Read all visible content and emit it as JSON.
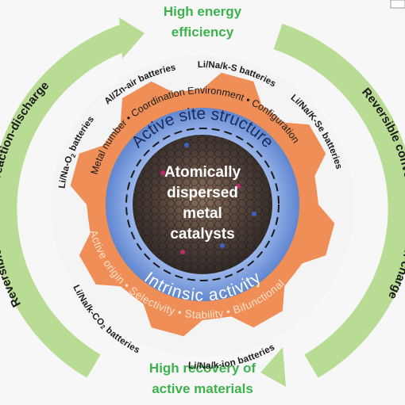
{
  "title_top_line1": "High energy",
  "title_top_line2": "efficiency",
  "title_bottom_line1": "High recovery of",
  "title_bottom_line2": "active materials",
  "arrow_left_label": "Reversible conversion reaction-discharge",
  "arrow_right_label": "Reversible conversion reaction-charge",
  "batteries": {
    "al_zn_air": "Al/Zn-air batteries",
    "li_na_k_s": "Li/Na/k-S batteries",
    "li_na_k_se": "Li/Na/K-Se batteries",
    "li_na_k_ion": "Li/Na/k-ion batteries",
    "li_na_k_co2": "Li/Na/k-CO",
    "li_na_k_co2_sub": "2",
    "li_na_k_co2_suffix": " batteries",
    "li_na_o2": "Li/Na-O",
    "li_na_o2_sub": "2",
    "li_na_o2_suffix": " batteries"
  },
  "gear_terms": {
    "coordination": "Coordination Environment",
    "metal_number": "Metal number",
    "configuration": "Configuration",
    "active_origin": "Active origin",
    "selectivity": "Selectivity",
    "stability": "Stability",
    "bifunctional": "Bifunctional"
  },
  "ring": {
    "top": "Active site structure",
    "bottom": "Intrinsic activity"
  },
  "center": {
    "line1": "Atomically",
    "line2": "dispersed",
    "line3": "metal",
    "line4": "catalysts"
  },
  "colors": {
    "green": "#3db24c",
    "green_light": "#b9dc95",
    "gear_orange": "#ef8f57",
    "gear_light": "#f6b890",
    "blue_ring": "#6f95d8",
    "center_dark": "#4a3c36"
  }
}
